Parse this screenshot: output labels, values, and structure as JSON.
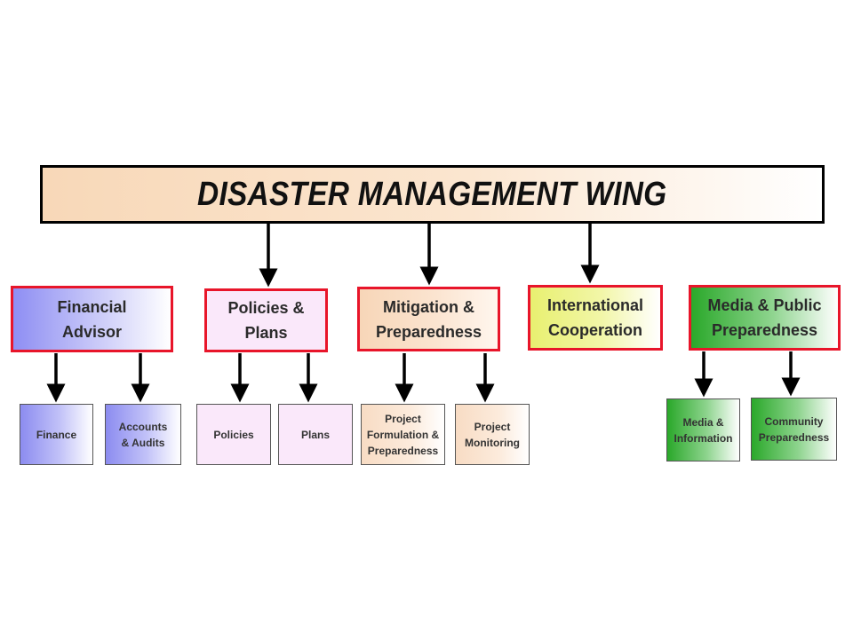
{
  "title": "DISASTER MANAGEMENT WING",
  "departments": [
    {
      "label": "Financial\nAdvisor"
    },
    {
      "label": "Policies &\nPlans"
    },
    {
      "label": "Mitigation &\nPreparedness"
    },
    {
      "label": "International\nCooperation"
    },
    {
      "label": "Media & Public\nPreparedness"
    }
  ],
  "units": [
    {
      "label": "Finance"
    },
    {
      "label": "Accounts\n& Audits"
    },
    {
      "label": "Policies"
    },
    {
      "label": "Plans"
    },
    {
      "label": "Project\nFormulation &\nPreparedness"
    },
    {
      "label": "Project\nMonitoring"
    },
    {
      "label": "Media &\nInformation"
    },
    {
      "label": "Community\nPreparedness"
    }
  ],
  "colors": {
    "border_accent": "#e8152a",
    "financial": "#8e8ef3",
    "policies": "#fae8fa",
    "mitigation": "#f7d6b8",
    "international": "#e8f070",
    "media": "#2aa82a",
    "title_fill": "#f8d8b8"
  }
}
